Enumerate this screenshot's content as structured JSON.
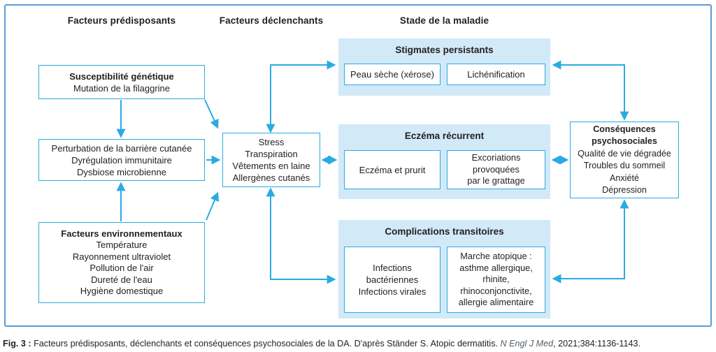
{
  "colors": {
    "accent": "#29abe2",
    "panel_fill": "#d2e9f8",
    "frame_border": "#5b9bd5",
    "journal_text": "#55606b",
    "body_text": "#221f1f"
  },
  "headers": {
    "predisposing": "Facteurs prédisposants",
    "triggering": "Facteurs déclenchants",
    "stage": "Stade de la maladie"
  },
  "boxes": {
    "genetic": {
      "title": "Susceptibilité génétique",
      "lines": [
        "Mutation de la filaggrine"
      ]
    },
    "barrier": {
      "lines": [
        "Perturbation de la barrière cutanée",
        "Dyrégulation immunitaire",
        "Dysbiose microbienne"
      ]
    },
    "environment": {
      "title": "Facteurs environnementaux",
      "lines": [
        "Température",
        "Rayonnement ultraviolet",
        "Pollution de l'air",
        "Dureté de l'eau",
        "Hygiène domestique"
      ]
    },
    "triggers": {
      "lines": [
        "Stress",
        "Transpiration",
        "Vêtements en laine",
        "Allergènes cutanés"
      ]
    },
    "consequences": {
      "title_lines": [
        "Conséquences",
        "psychosociales"
      ],
      "lines": [
        "Qualité de vie dégradée",
        "Troubles du sommeil",
        "Anxiété",
        "Dépression"
      ]
    }
  },
  "panels": {
    "stigmata": {
      "title": "Stigmates persistants",
      "box1": {
        "lines": [
          "Peau sèche (xérose)"
        ]
      },
      "box2": {
        "lines": [
          "Lichénification"
        ]
      }
    },
    "eczema": {
      "title": "Eczéma récurrent",
      "box1": {
        "lines": [
          "Eczéma et prurit"
        ]
      },
      "box2": {
        "lines": [
          "Excoriations",
          "provoquées",
          "par le grattage"
        ]
      }
    },
    "complications": {
      "title": "Complications transitoires",
      "box1": {
        "lines": [
          "Infections",
          "bactériennes",
          "Infections virales"
        ]
      },
      "box2": {
        "lines": [
          "Marche atopique :",
          "asthme allergique,",
          "rhinite,",
          "rhinoconjonctivite,",
          "allergie alimentaire"
        ]
      }
    }
  },
  "caption": {
    "fig_label": "Fig. 3 :",
    "text": " Facteurs prédisposants, déclenchants et conséquences psychosociales de la DA. D'après Ständer S. Atopic dermatitis. ",
    "journal": "N Engl J Med",
    "ref": ", 2021;384:1136-1143."
  }
}
